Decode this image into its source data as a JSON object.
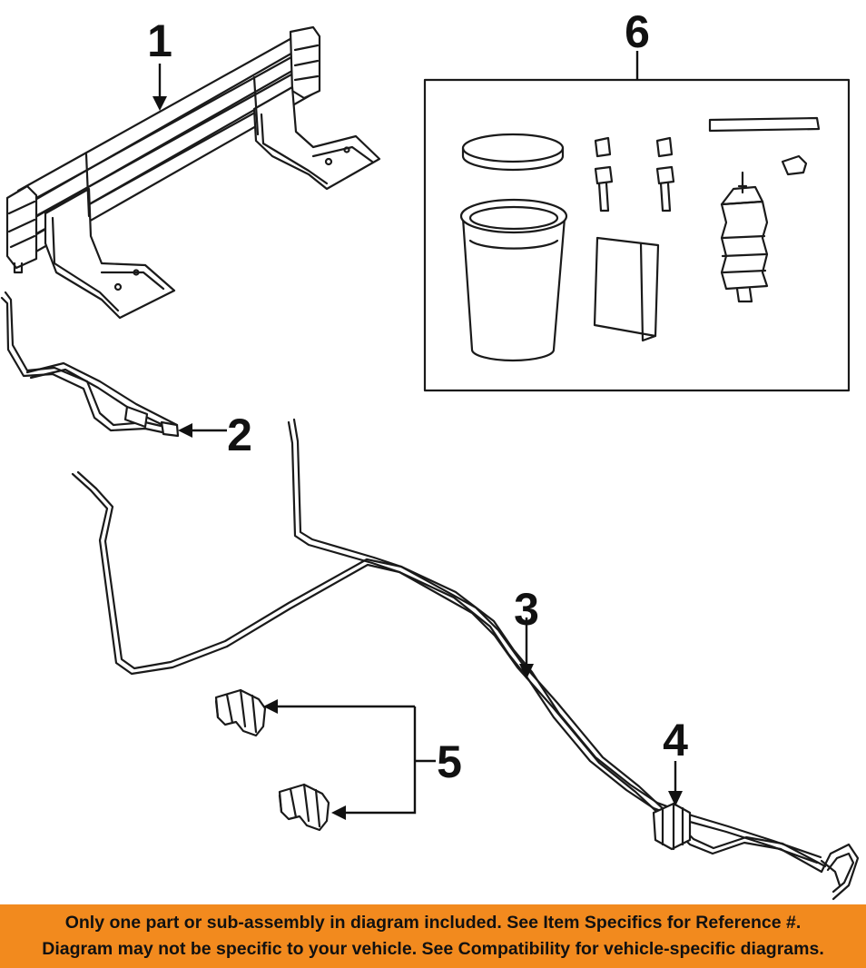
{
  "callouts": {
    "c1": "1",
    "c2": "2",
    "c3": "3",
    "c4": "4",
    "c5": "5",
    "c6": "6"
  },
  "banner": {
    "line1": "Only one part or sub-assembly in diagram included. See Item Specifics for Reference #.",
    "line2": "Diagram may not be specific to your vehicle. See Compatibility for vehicle-specific diagrams."
  },
  "colors": {
    "banner_bg": "#f28a1e",
    "line_art": "#1a1a1a",
    "background": "#ffffff"
  }
}
